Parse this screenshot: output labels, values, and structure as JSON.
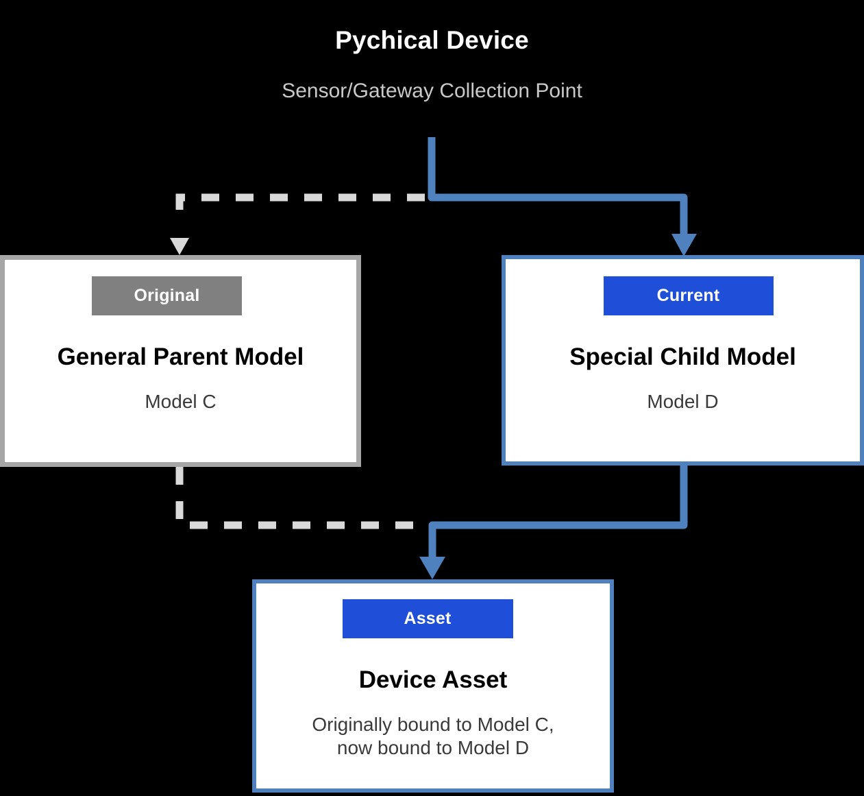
{
  "header": {
    "title": "Pychical Device",
    "subtitle": "Sensor/Gateway Collection Point"
  },
  "colors": {
    "background": "#000000",
    "title_text": "#ffffff",
    "subtitle_text": "#c9c9c9",
    "box_fill": "#ffffff",
    "gray_border": "#a6a6a6",
    "blue_border": "#4e81bd",
    "gray_badge": "#808080",
    "blue_badge": "#1f4ed8",
    "dashed_connector": "#d9d9d9",
    "solid_connector": "#4e81bd",
    "node_title_text": "#000000",
    "node_sub_text": "#3a3a3a"
  },
  "nodes": {
    "parent": {
      "badge": "Original",
      "title": "General Parent Model",
      "subtitle": "Model C"
    },
    "child": {
      "badge": "Current",
      "title": "Special Child Model",
      "subtitle": "Model D"
    },
    "asset": {
      "badge": "Asset",
      "title": "Device Asset",
      "subtitle_line1": "Originally bound to Model C,",
      "subtitle_line2": "now bound to Model D"
    }
  },
  "connectors": [
    {
      "name": "device-to-parent",
      "style": "dashed",
      "color": "#d9d9d9",
      "from": "Pychical Device",
      "to": "General Parent Model"
    },
    {
      "name": "device-to-child",
      "style": "solid",
      "color": "#4e81bd",
      "from": "Pychical Device",
      "to": "Special Child Model"
    },
    {
      "name": "parent-to-asset",
      "style": "dashed",
      "color": "#d9d9d9",
      "from": "General Parent Model",
      "to": "Device Asset"
    },
    {
      "name": "child-to-asset",
      "style": "solid",
      "color": "#4e81bd",
      "from": "Special Child Model",
      "to": "Device Asset"
    }
  ]
}
